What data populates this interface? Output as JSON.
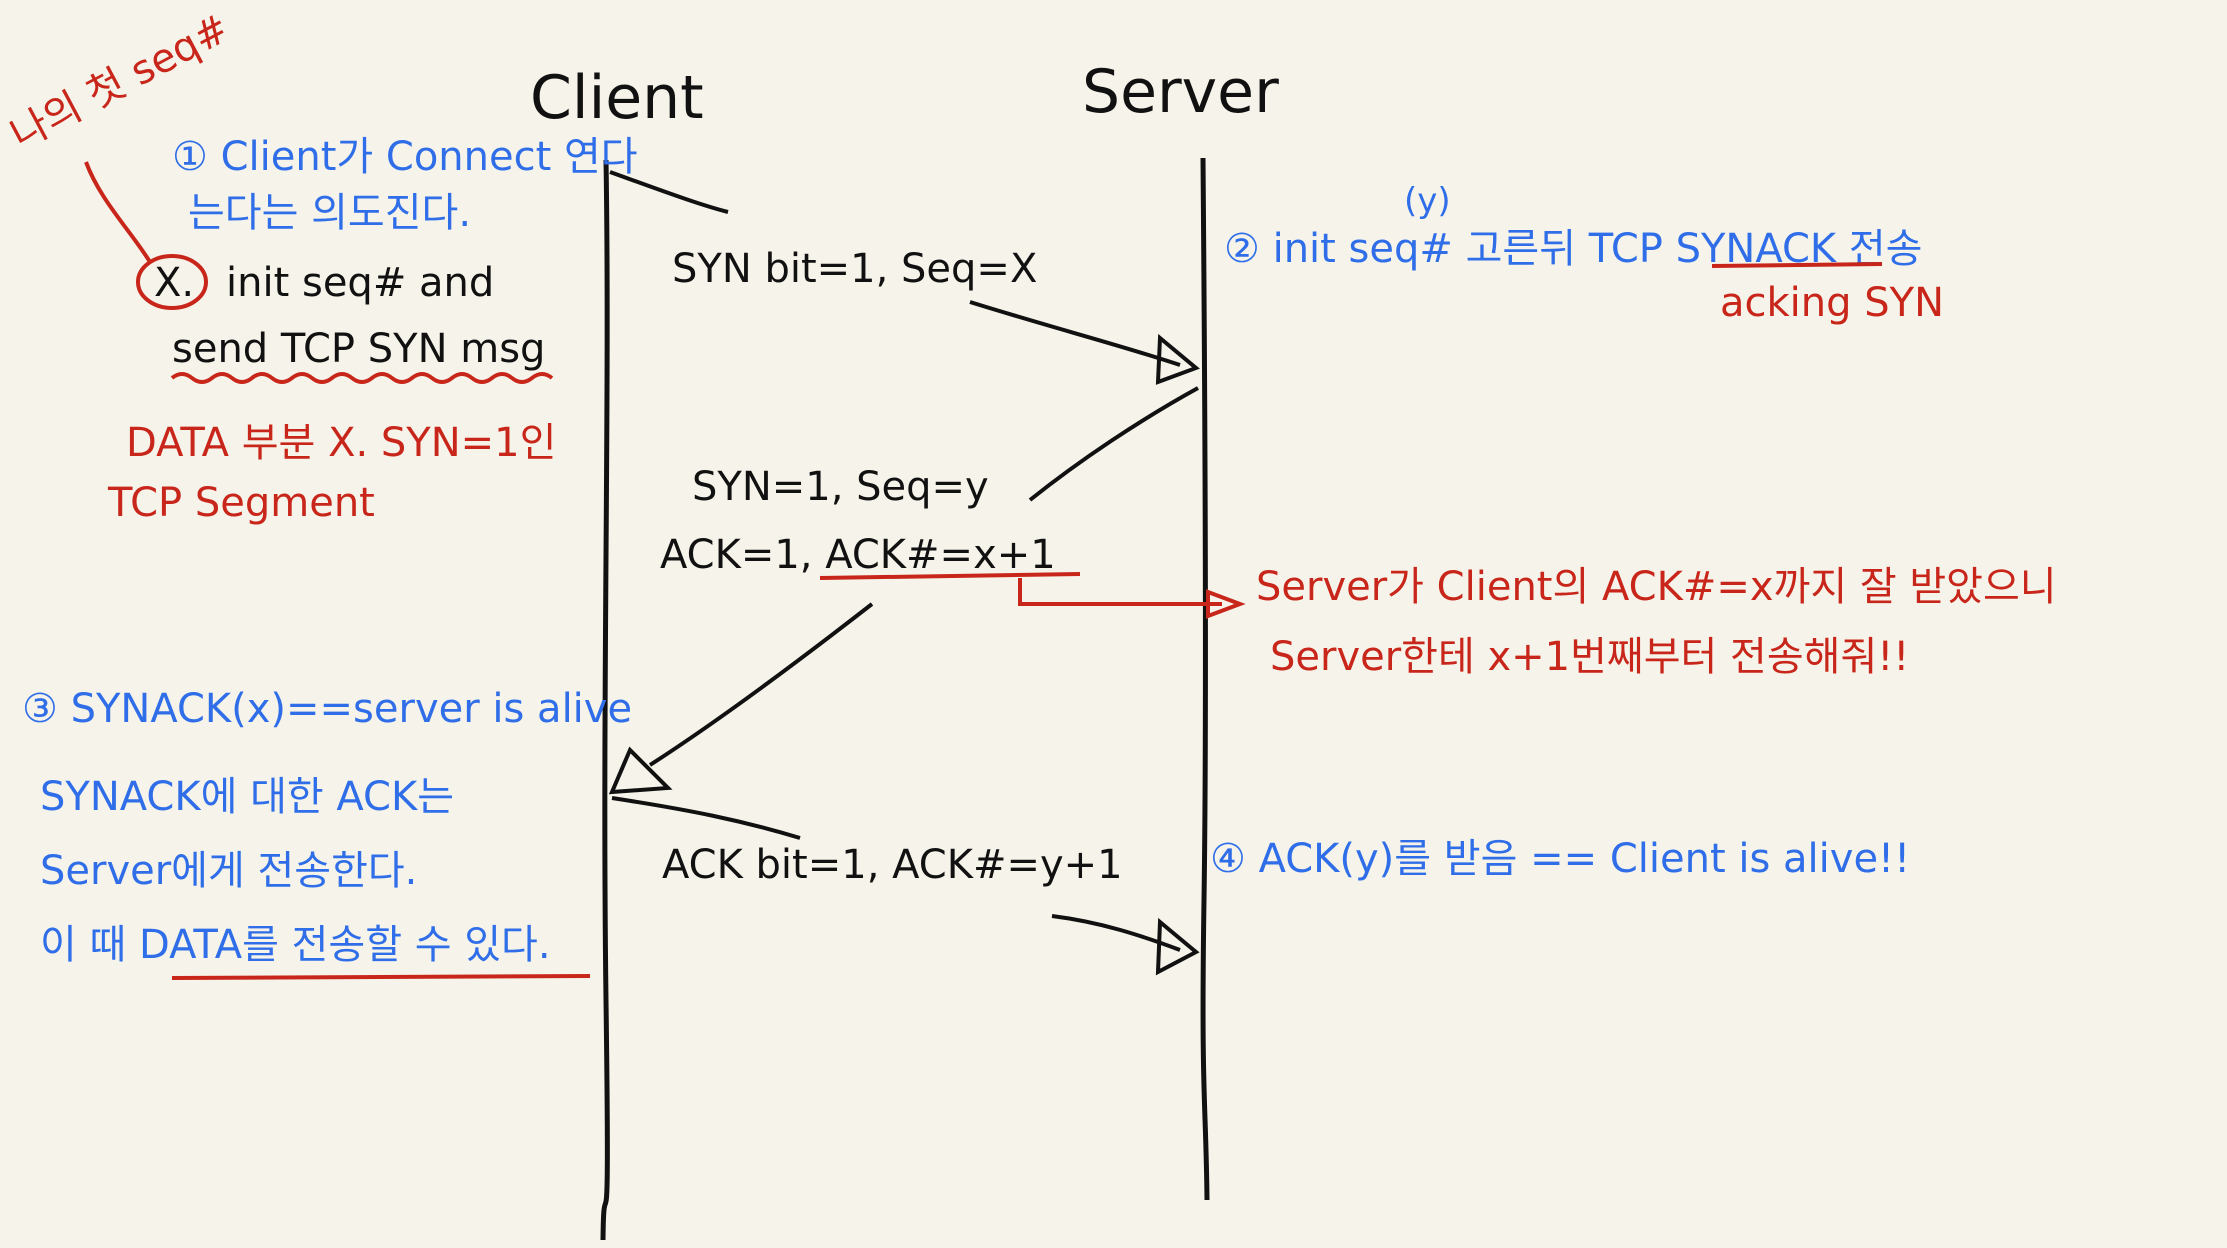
{
  "colors": {
    "background": "#f6f4ea",
    "ink": "#111111",
    "blue": "#2f6ee8",
    "red": "#c9261b"
  },
  "headers": {
    "client": "Client",
    "server": "Server"
  },
  "messages": {
    "syn": "SYN bit=1, Seq=X",
    "synack_line1": "SYN=1, Seq=y",
    "synack_line2": "ACK=1, ACK#=x+1",
    "ack": "ACK bit=1, ACK#=y+1"
  },
  "notes_blue": {
    "step1_line1": "① Client가 Connect 연다",
    "step1_line2": "는다는 의도진다.",
    "step1_line3_x": "X.",
    "step1_line3_rest": "init seq# and",
    "step1_line4": "send TCP SYN msg",
    "step2_y": "(y)",
    "step2_text": "② init seq# 고른뒤 TCP SYNACK 전송",
    "step3_line1": "③ SYNACK(x)==server is alive",
    "step3_line2": "SYNACK에 대한 ACK는",
    "step3_line3": "Server에게 전송한다.",
    "step3_line4": "이 때 DATA를 전송할 수 있다.",
    "step4": "④ ACK(y)를 받음 == Client is alive!!"
  },
  "notes_red": {
    "my_first_seq": "나의 첫 seq#",
    "data_x_line1": "DATA 부분 X. SYN=1인",
    "data_x_line2": "TCP Segment",
    "acking_syn": "acking SYN",
    "server_ack_line1": "Server가 Client의 ACK#=x까지 잘 받았으니",
    "server_ack_line2": "Server한테 x+1번째부터 전송해줘!!"
  }
}
